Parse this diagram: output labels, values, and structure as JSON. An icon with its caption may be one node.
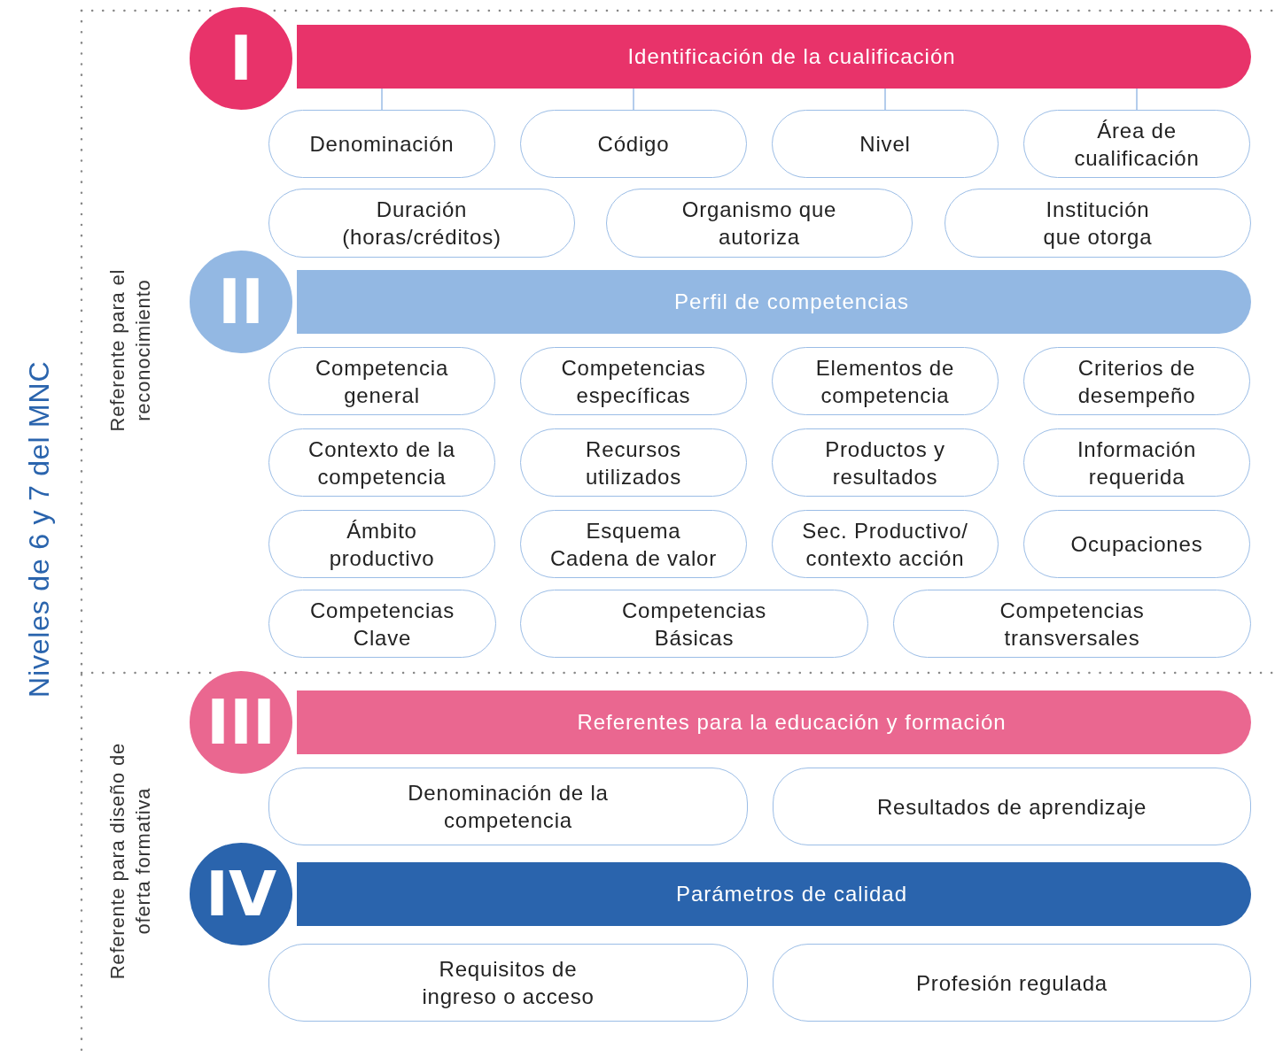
{
  "diagram": {
    "nodes": [
      {
        "text": [
          "I"
        ]
      },
      {
        "text": [
          "Identificación de la cualificación"
        ]
      },
      {
        "text": [
          "Denominación"
        ]
      },
      {
        "text": [
          "Código"
        ]
      },
      {
        "text": [
          "Nivel"
        ]
      },
      {
        "text": [
          "Área de cualificación"
        ]
      },
      {
        "text": [
          "Duración (horas/créditos)"
        ]
      },
      {
        "text": [
          "Organismo que autoriza"
        ]
      },
      {
        "text": [
          "Institución que otorga"
        ]
      },
      {
        "text": [
          "II"
        ]
      },
      {
        "text": [
          "Perfil de competencias"
        ]
      },
      {
        "text": [
          "Competencia general"
        ]
      },
      {
        "text": [
          "Competencias específicas"
        ]
      },
      {
        "text": [
          "Elementos de competencia"
        ]
      },
      {
        "text": [
          "Criterios de desempeño"
        ]
      },
      {
        "text": [
          "Contexto de la competencia"
        ]
      },
      {
        "text": [
          "Recursos utilizados"
        ]
      },
      {
        "text": [
          "Productos y resultados"
        ]
      },
      {
        "text": [
          "Información requerida"
        ]
      },
      {
        "text": [
          "Ámbito productivo"
        ]
      },
      {
        "text": [
          "Esquema Cadena de valor"
        ]
      },
      {
        "text": [
          "Sec. Productivo/ contexto acción"
        ]
      },
      {
        "text": [
          "Ocupaciones"
        ]
      },
      {
        "text": [
          "Competencias Clave"
        ]
      },
      {
        "text": [
          "Competencias Básicas"
        ]
      },
      {
        "text": [
          "Competencias transversales"
        ]
      },
      {
        "text": [
          "III"
        ]
      },
      {
        "text": [
          "Referentes para la educación y formación"
        ]
      },
      {
        "text": [
          "Denominación de la competencia"
        ]
      },
      {
        "text": [
          "Resultados de aprendizaje"
        ]
      },
      {
        "text": [
          "IV"
        ]
      },
      {
        "text": [
          "Parámetros de calidad"
        ]
      },
      {
        "text": [
          "Requisitos de ingreso o acceso"
        ]
      },
      {
        "text": [
          "Profesión regulada"
        ]
      }
    ],
    "edges": [
      {
        "from": 1,
        "to": 2,
        "arrow": "none"
      },
      {
        "from": 1,
        "to": 3,
        "arrow": "none"
      },
      {
        "from": 1,
        "to": 4,
        "arrow": "none"
      },
      {
        "from": 1,
        "to": 5,
        "arrow": "none"
      }
    ],
    "labels": [
      "Niveles de 6 y 7 del MNC",
      "Referente para el reconocimiento",
      "Referente para diseño de oferta formativa"
    ]
  }
}
